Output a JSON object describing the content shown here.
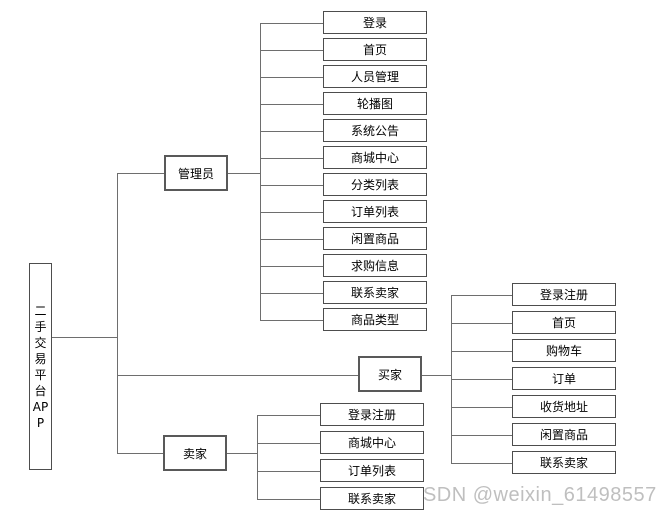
{
  "diagram": {
    "root": {
      "label": "二手交易平台APP",
      "lines": [
        "二",
        "手",
        "交",
        "易",
        "平",
        "台",
        "AP",
        "P"
      ]
    },
    "branches": [
      {
        "label": "管理员",
        "children": [
          "登录",
          "首页",
          "人员管理",
          "轮播图",
          "系统公告",
          "商城中心",
          "分类列表",
          "订单列表",
          "闲置商品",
          "求购信息",
          "联系卖家",
          "商品类型"
        ]
      },
      {
        "label": "买家",
        "children": [
          "登录注册",
          "首页",
          "购物车",
          "订单",
          "收货地址",
          "闲置商品",
          "联系卖家"
        ]
      },
      {
        "label": "卖家",
        "children": [
          "登录注册",
          "商城中心",
          "订单列表",
          "联系卖家"
        ]
      }
    ]
  },
  "watermark": "CSDN @weixin_61498557",
  "colors": {
    "background": "#ffffff",
    "box_border": "#4d4d4d",
    "branch_border": "#595959",
    "connector": "#6e6e6e",
    "text": "#000000",
    "watermark": "#bfbfbf"
  }
}
